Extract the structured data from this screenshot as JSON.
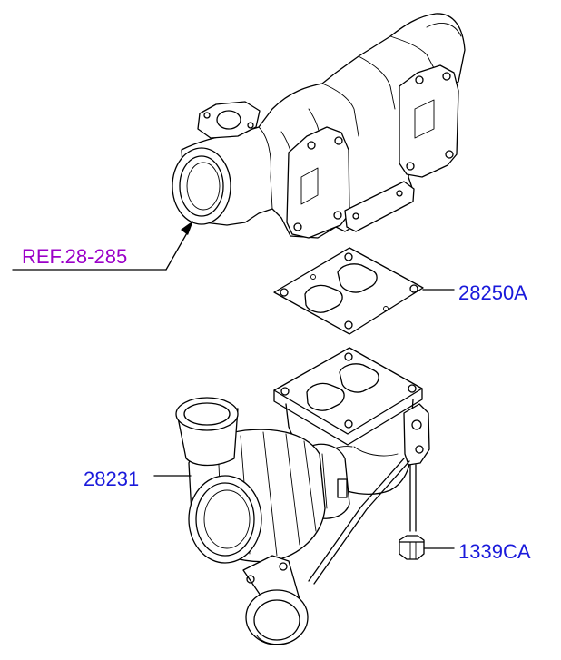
{
  "colors": {
    "part_label": "#1a1adb",
    "reference_label": "#9b00c8",
    "line": "#000000"
  },
  "labels": {
    "reference": "REF.28-285",
    "gasket": "28250A",
    "turbocharger": "28231",
    "nut": "1339CA"
  }
}
